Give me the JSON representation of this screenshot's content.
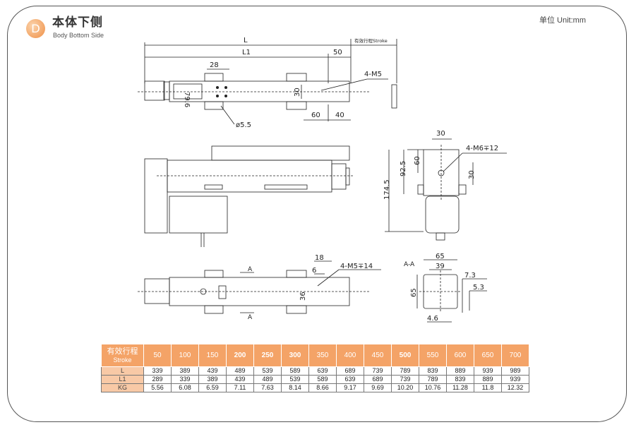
{
  "header": {
    "badge": "D",
    "title": "本体下侧",
    "subtitle": "Body Bottom Side",
    "unit": "单位 Unit:mm"
  },
  "colors": {
    "accent": "#f4a367",
    "label_cell": "#f8c9a6"
  },
  "drawing": {
    "top_view": {
      "L": "L",
      "L1": "L1",
      "d50": "50",
      "stroke": "有效行程Stroke",
      "d28": "28",
      "d79_6": "79.6",
      "d30": "30",
      "m5": "4-M5",
      "d60": "60",
      "d40": "40",
      "hole": "ø5.5"
    },
    "end_view": {
      "d30": "30",
      "m6": "4-M6∓12",
      "d92_5": "92.5",
      "d60": "60",
      "d174_5": "174.5",
      "d30v": "30"
    },
    "bottom_view": {
      "A_top": "A",
      "A_bottom": "A",
      "d18": "18",
      "d6": "6",
      "m5": "4-M5∓14",
      "d36": "36"
    },
    "section": {
      "label": "A-A",
      "d65": "65",
      "d39": "39",
      "d65v": "65",
      "d7_3": "7.3",
      "d5_3": "5.3",
      "d4_6": "4.6"
    }
  },
  "table": {
    "header_label": "有效行程",
    "header_sub": "Stroke",
    "strokes": [
      "50",
      "100",
      "150",
      "200",
      "250",
      "300",
      "350",
      "400",
      "450",
      "500",
      "550",
      "600",
      "650",
      "700"
    ],
    "rows": [
      {
        "label": "L",
        "values": [
          "339",
          "389",
          "439",
          "489",
          "539",
          "589",
          "639",
          "689",
          "739",
          "789",
          "839",
          "889",
          "939",
          "989"
        ]
      },
      {
        "label": "L1",
        "values": [
          "289",
          "339",
          "389",
          "439",
          "489",
          "539",
          "589",
          "639",
          "689",
          "739",
          "789",
          "839",
          "889",
          "939"
        ]
      },
      {
        "label": "KG",
        "values": [
          "5.56",
          "6.08",
          "6.59",
          "7.11",
          "7.63",
          "8.14",
          "8.66",
          "9.17",
          "9.69",
          "10.20",
          "10.76",
          "11.28",
          "11.8",
          "12.32"
        ]
      }
    ]
  }
}
